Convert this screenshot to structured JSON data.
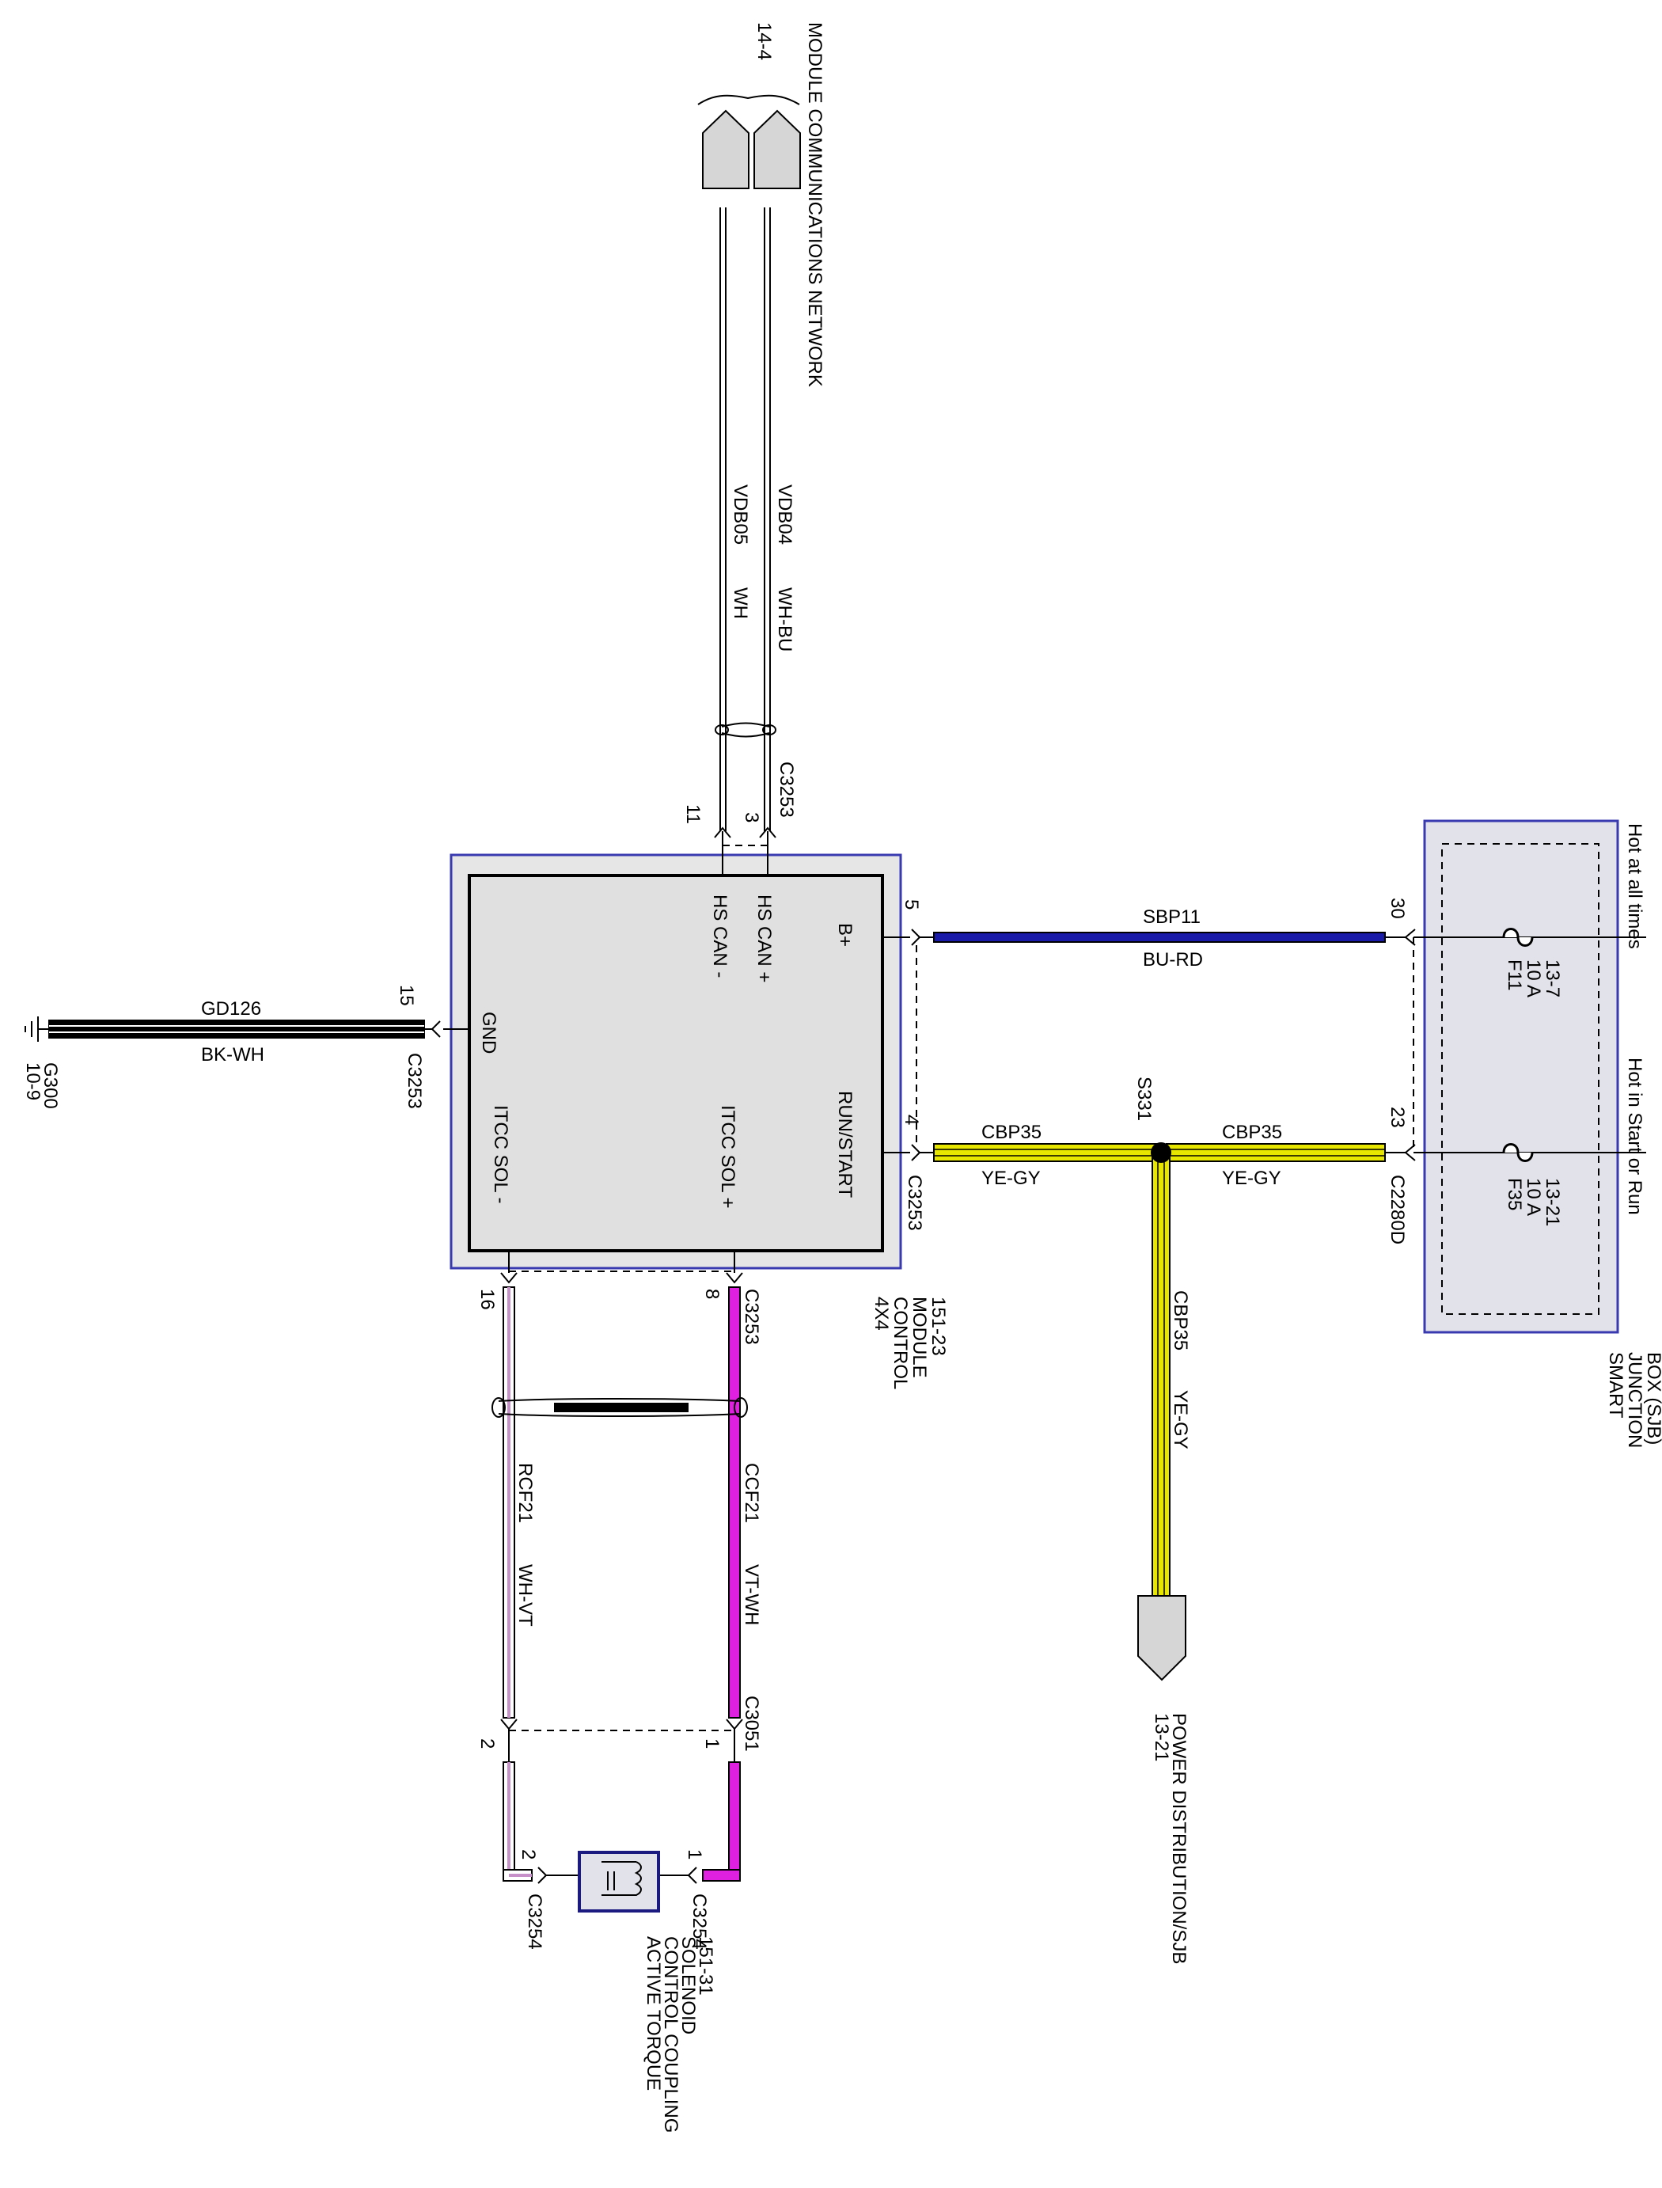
{
  "colors": {
    "module_fill": "#e0e0e0",
    "halo_border": "#3a3ab0",
    "wire_blue": "#1a1aa8",
    "wire_yellow": "#e6e600",
    "wire_magenta": "#e020e0",
    "wire_violet_light": "#c890c8",
    "wire_black": "#000000",
    "connector_fill": "#d6d6d6"
  },
  "module": {
    "title_lines": [
      "4X4",
      "CONTROL",
      "MODULE",
      "151-23"
    ],
    "pins": {
      "b_plus": "B+",
      "hs_can_plus": "HS CAN +",
      "hs_can_minus": "HS CAN -",
      "gnd": "GND",
      "run_start": "RUN/START",
      "itcc_sol_plus": "ITCC SOL +",
      "itcc_sol_minus": "ITCC SOL -"
    }
  },
  "network": {
    "title": "MODULE COMMUNICATIONS NETWORK",
    "page_ref": "14-4",
    "connector": "C3253",
    "wires": [
      {
        "circuit": "VDB04",
        "color": "WH-BU",
        "pin": "3"
      },
      {
        "circuit": "VDB05",
        "color": "WH",
        "pin": "11"
      }
    ]
  },
  "sjb": {
    "title_lines": [
      "SMART",
      "JUNCTION",
      "BOX (SJB)",
      "11-3"
    ],
    "hot_labels": [
      "Hot at all times",
      "Hot in Start or Run"
    ],
    "fuses": [
      {
        "name": "F11",
        "rating": "10 A",
        "ref": "13-7",
        "pin": "30"
      },
      {
        "name": "F35",
        "rating": "10 A",
        "ref": "13-21",
        "pin": "23"
      }
    ],
    "connector": "C2280D"
  },
  "b_plus_wire": {
    "circuit": "SBP11",
    "color": "BU-RD",
    "module_pin": "5"
  },
  "run_wire": {
    "module_pin": "4",
    "connector": "C3253",
    "left": {
      "circuit": "CBP35",
      "color": "YE-GY"
    },
    "right": {
      "circuit": "CBP35",
      "color": "YE-GY"
    },
    "splice": "S331",
    "down": {
      "circuit": "CBP35",
      "color": "YE-GY"
    }
  },
  "power_distribution": {
    "label": "POWER DISTRIBUTION/SJB",
    "ref": "13-21"
  },
  "ground": {
    "circuit": "GD126",
    "color": "BK-WH",
    "pin": "15",
    "connector": "C3253",
    "ground_name": "G300",
    "ground_ref": "10-9"
  },
  "itcc_wires": {
    "module_connector": "C3253",
    "plus": {
      "circuit": "CCF21",
      "color": "VT-WH",
      "module_pin": "8",
      "mid_pin": "1"
    },
    "minus": {
      "circuit": "RCF21",
      "color": "WH-VT",
      "module_pin": "16",
      "mid_pin": "2"
    },
    "mid_connector": "C3051"
  },
  "solenoid": {
    "title_lines": [
      "ACTIVE TORQUE",
      "CONTROL COUPLING",
      "SOLENOID",
      "151-31"
    ],
    "connector": "C3254",
    "pin_plus": "1",
    "pin_minus": "2"
  }
}
